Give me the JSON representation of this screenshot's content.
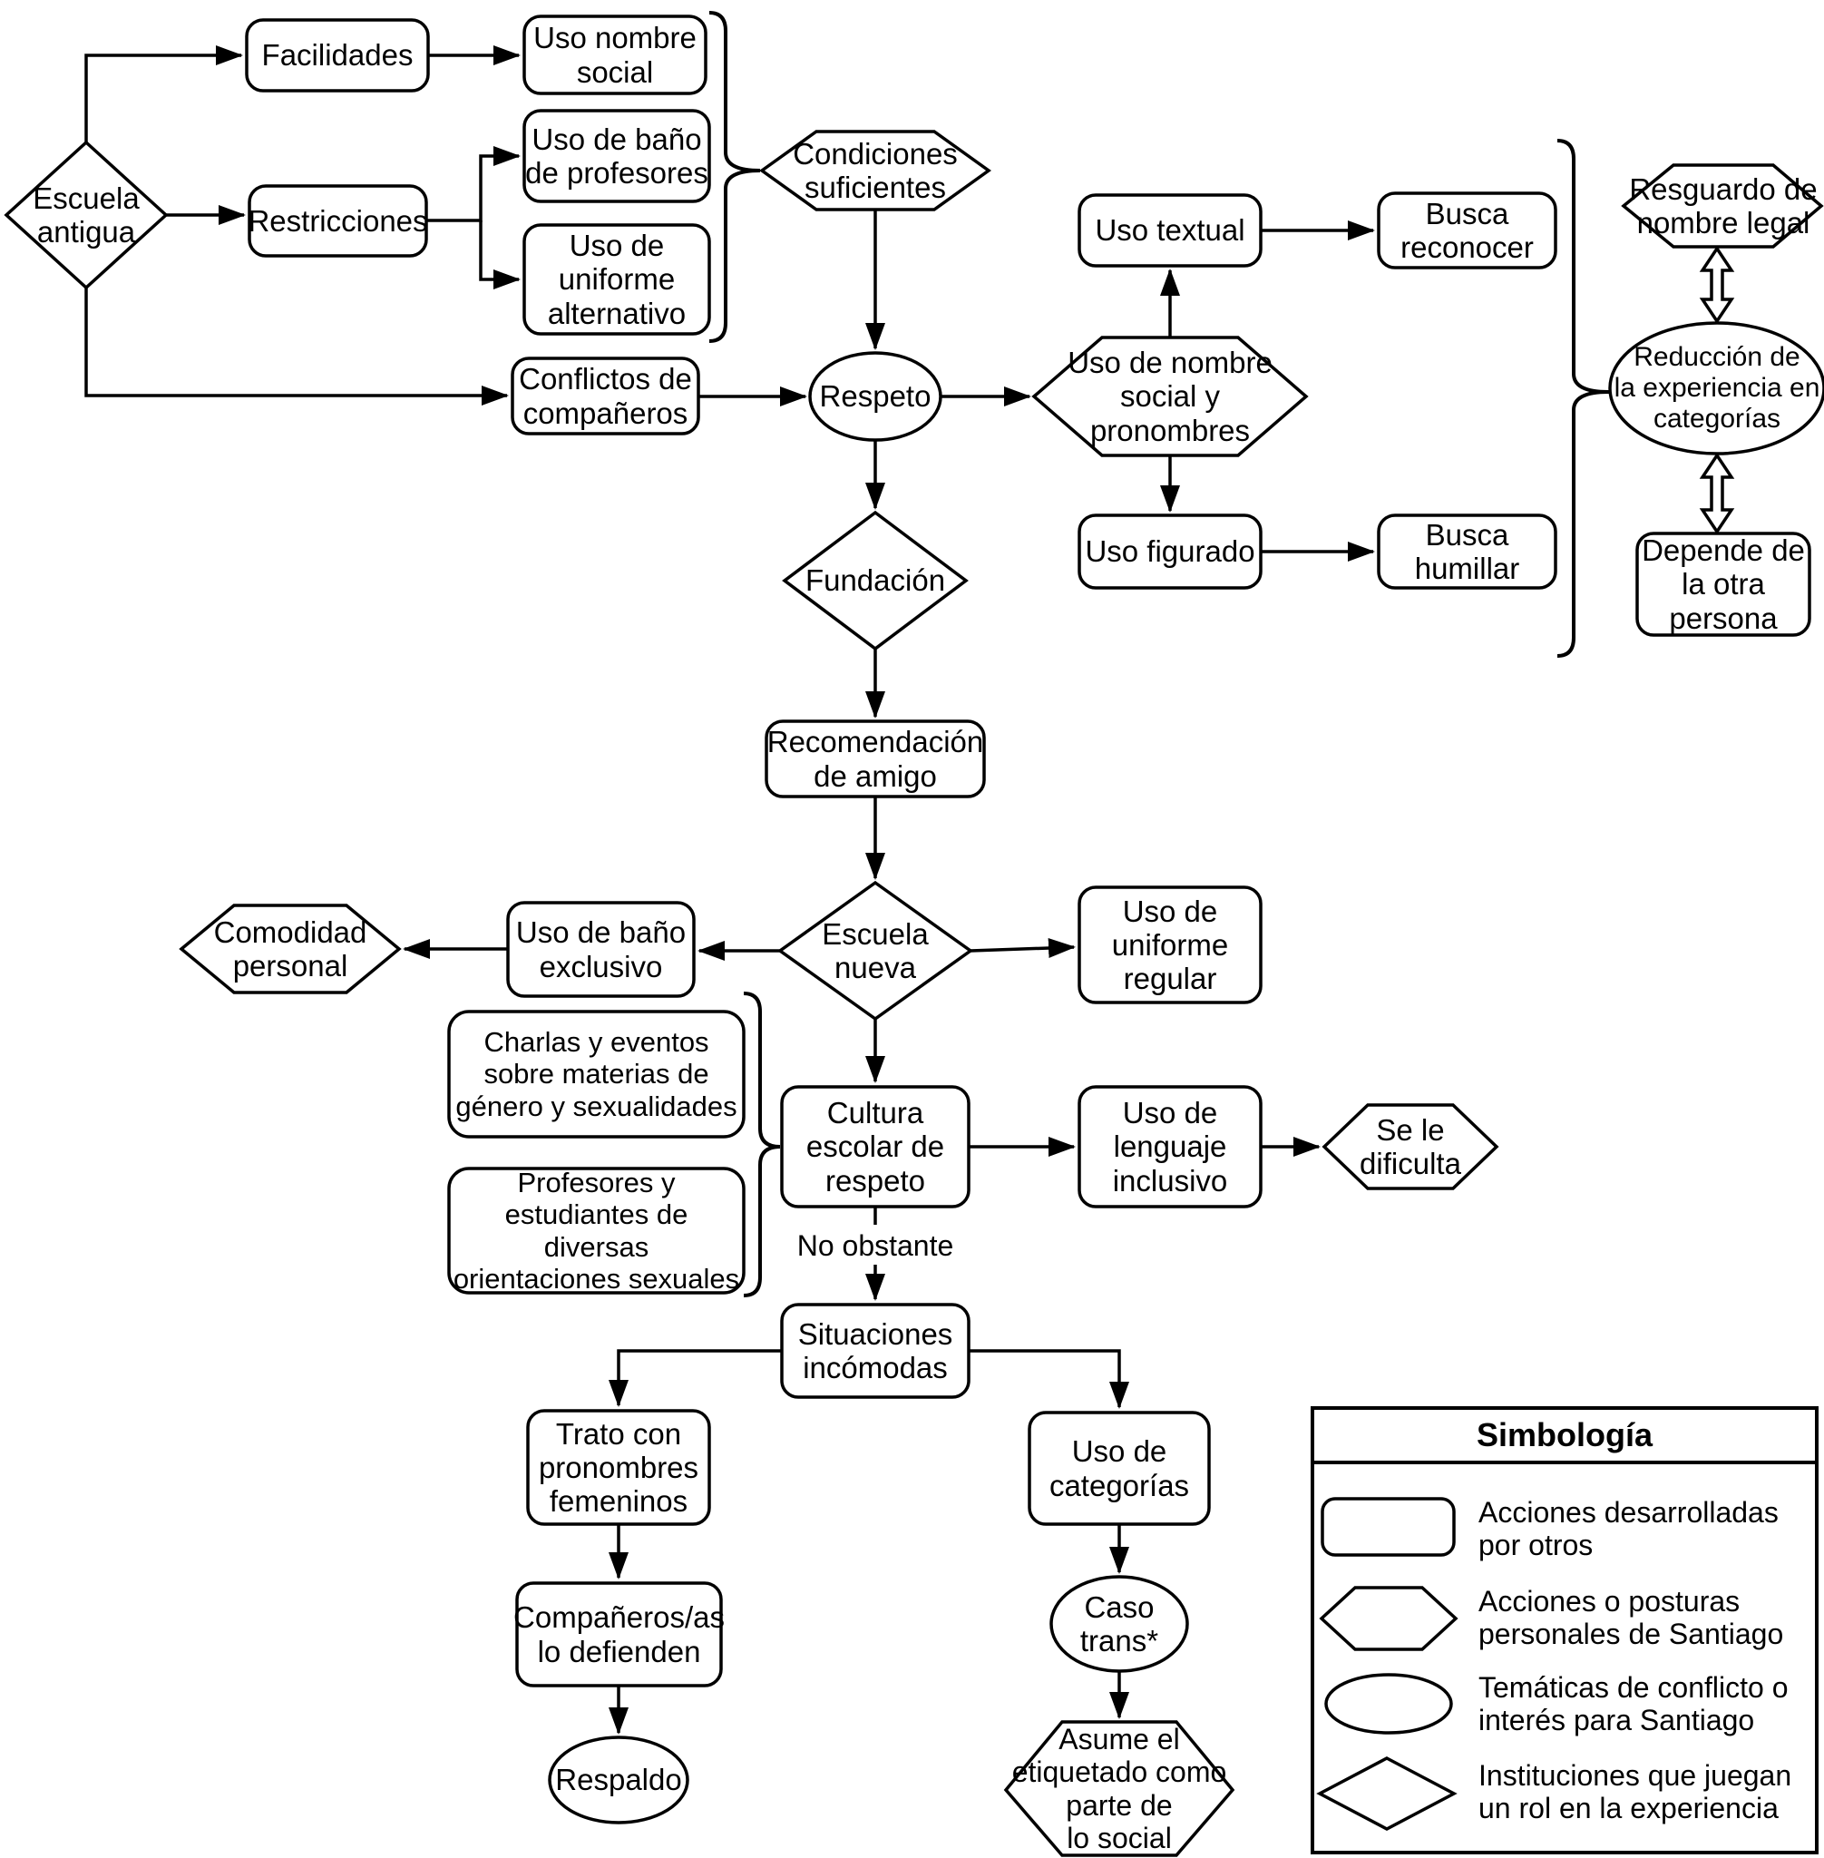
{
  "diagram": {
    "title": "Diagrama de experiencia escolar de Santiago",
    "colors": {
      "stroke": "#000000",
      "background": "#ffffff",
      "text": "#000000"
    },
    "nodes": {
      "escuela_antigua": {
        "label": "Escuela\nantigua",
        "shape": "diamond"
      },
      "facilidades": {
        "label": "Facilidades",
        "shape": "rounded-rect"
      },
      "uso_nombre_social": {
        "label": "Uso nombre\nsocial",
        "shape": "rounded-rect"
      },
      "restricciones": {
        "label": "Restricciones",
        "shape": "rounded-rect"
      },
      "uso_bano_profesores": {
        "label": "Uso de baño\nde profesores",
        "shape": "rounded-rect"
      },
      "uso_uniforme_alternativo": {
        "label": "Uso de\nuniforme\nalternativo",
        "shape": "rounded-rect"
      },
      "condiciones_suficientes": {
        "label": "Condiciones\nsuficientes",
        "shape": "hexagon"
      },
      "conflictos_companeros": {
        "label": "Conflictos de\ncompañeros",
        "shape": "rounded-rect"
      },
      "respeto": {
        "label": "Respeto",
        "shape": "ellipse"
      },
      "uso_nombre_social_pronombres": {
        "label": "Uso de nombre\nsocial y\npronombres",
        "shape": "hexagon"
      },
      "uso_textual": {
        "label": "Uso textual",
        "shape": "rounded-rect"
      },
      "busca_reconocer": {
        "label": "Busca\nreconocer",
        "shape": "rounded-rect"
      },
      "uso_figurado": {
        "label": "Uso figurado",
        "shape": "rounded-rect"
      },
      "busca_humillar": {
        "label": "Busca\nhumillar",
        "shape": "rounded-rect"
      },
      "resguardo_nombre_legal": {
        "label": "Resguardo de\nnombre legal",
        "shape": "hexagon"
      },
      "reduccion_experiencia": {
        "label": "Reducción de\nla experiencia en\ncategorías",
        "shape": "ellipse"
      },
      "depende_otra_persona": {
        "label": "Depende de\nla otra\npersona",
        "shape": "rounded-rect"
      },
      "fundacion": {
        "label": "Fundación",
        "shape": "diamond"
      },
      "recomendacion_amigo": {
        "label": "Recomendación\nde amigo",
        "shape": "rounded-rect"
      },
      "escuela_nueva": {
        "label": "Escuela\nnueva",
        "shape": "diamond"
      },
      "uso_bano_exclusivo": {
        "label": "Uso de baño\nexclusivo",
        "shape": "rounded-rect"
      },
      "comodidad_personal": {
        "label": "Comodidad\npersonal",
        "shape": "hexagon"
      },
      "uso_uniforme_regular": {
        "label": "Uso de\nuniforme\nregular",
        "shape": "rounded-rect"
      },
      "charlas_eventos": {
        "label": "Charlas y eventos\nsobre materias de\ngénero y sexualidades",
        "shape": "rounded-rect"
      },
      "profesores_estudiantes": {
        "label": "Profesores y\nestudiantes de diversas\norientaciones sexuales",
        "shape": "rounded-rect"
      },
      "cultura_escolar": {
        "label": "Cultura\nescolar de\nrespeto",
        "shape": "rounded-rect"
      },
      "uso_lenguaje_inclusivo": {
        "label": "Uso de\nlenguaje\ninclusivo",
        "shape": "rounded-rect"
      },
      "se_le_dificulta": {
        "label": "Se le\ndificulta",
        "shape": "hexagon"
      },
      "situaciones_incomodas": {
        "label": "Situaciones\nincómodas",
        "shape": "rounded-rect"
      },
      "trato_pronombres": {
        "label": "Trato con\npronombres\nfemeninos",
        "shape": "rounded-rect"
      },
      "companeros_defienden": {
        "label": "Compañeros/as\nlo defienden",
        "shape": "rounded-rect"
      },
      "respaldo": {
        "label": "Respaldo",
        "shape": "ellipse"
      },
      "uso_categorias": {
        "label": "Uso de\ncategorías",
        "shape": "rounded-rect"
      },
      "caso_trans": {
        "label": "Caso\ntrans*",
        "shape": "ellipse"
      },
      "asume_etiquetado": {
        "label": "Asume el\netiquetado como\nparte de\nlo social",
        "shape": "hexagon"
      }
    },
    "edge_labels": {
      "no_obstante": "No obstante"
    },
    "edges": [
      {
        "from": "escuela_antigua",
        "to": "facilidades"
      },
      {
        "from": "escuela_antigua",
        "to": "restricciones"
      },
      {
        "from": "escuela_antigua",
        "to": "conflictos_companeros"
      },
      {
        "from": "facilidades",
        "to": "uso_nombre_social"
      },
      {
        "from": "restricciones",
        "to": "uso_bano_profesores"
      },
      {
        "from": "restricciones",
        "to": "uso_uniforme_alternativo"
      },
      {
        "from": "grupo_uso_nombre_bano_uniforme",
        "to": "condiciones_suficientes",
        "type": "brace"
      },
      {
        "from": "condiciones_suficientes",
        "to": "respeto"
      },
      {
        "from": "conflictos_companeros",
        "to": "respeto"
      },
      {
        "from": "respeto",
        "to": "uso_nombre_social_pronombres"
      },
      {
        "from": "uso_nombre_social_pronombres",
        "to": "uso_textual"
      },
      {
        "from": "uso_nombre_social_pronombres",
        "to": "uso_figurado"
      },
      {
        "from": "uso_textual",
        "to": "busca_reconocer"
      },
      {
        "from": "uso_figurado",
        "to": "busca_humillar"
      },
      {
        "from": "grupo_busca_reconocer_humillar",
        "to": "reduccion_experiencia",
        "type": "brace"
      },
      {
        "from": "resguardo_nombre_legal",
        "to": "reduccion_experiencia",
        "type": "double-arrow"
      },
      {
        "from": "reduccion_experiencia",
        "to": "depende_otra_persona",
        "type": "double-arrow"
      },
      {
        "from": "respeto",
        "to": "fundacion"
      },
      {
        "from": "fundacion",
        "to": "recomendacion_amigo"
      },
      {
        "from": "recomendacion_amigo",
        "to": "escuela_nueva"
      },
      {
        "from": "escuela_nueva",
        "to": "uso_bano_exclusivo"
      },
      {
        "from": "uso_bano_exclusivo",
        "to": "comodidad_personal"
      },
      {
        "from": "escuela_nueva",
        "to": "uso_uniforme_regular"
      },
      {
        "from": "escuela_nueva",
        "to": "cultura_escolar"
      },
      {
        "from": "grupo_charlas_profesores",
        "to": "cultura_escolar",
        "type": "brace"
      },
      {
        "from": "cultura_escolar",
        "to": "uso_lenguaje_inclusivo"
      },
      {
        "from": "uso_lenguaje_inclusivo",
        "to": "se_le_dificulta"
      },
      {
        "from": "cultura_escolar",
        "to": "situaciones_incomodas",
        "label": "No obstante"
      },
      {
        "from": "situaciones_incomodas",
        "to": "trato_pronombres"
      },
      {
        "from": "situaciones_incomodas",
        "to": "uso_categorias"
      },
      {
        "from": "trato_pronombres",
        "to": "companeros_defienden"
      },
      {
        "from": "companeros_defienden",
        "to": "respaldo"
      },
      {
        "from": "uso_categorias",
        "to": "caso_trans"
      },
      {
        "from": "caso_trans",
        "to": "asume_etiquetado"
      }
    ],
    "legend": {
      "title": "Simbología",
      "items": [
        {
          "shape": "rounded-rect",
          "label": "Acciones desarrolladas\npor otros"
        },
        {
          "shape": "hexagon",
          "label": "Acciones o posturas\npersonales de Santiago"
        },
        {
          "shape": "ellipse",
          "label": "Temáticas de conflicto o\ninterés para Santiago"
        },
        {
          "shape": "diamond",
          "label": "Instituciones que juegan\nun rol en la experiencia"
        }
      ]
    }
  }
}
